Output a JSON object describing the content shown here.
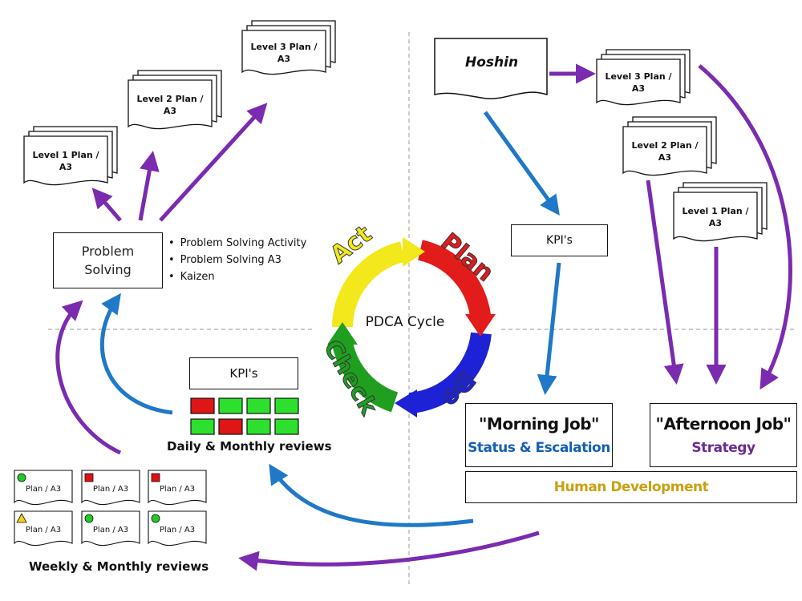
{
  "left": {
    "plans": [
      {
        "line1": "Level 1 Plan /",
        "line2": "A3"
      },
      {
        "line1": "Level 2 Plan /",
        "line2": "A3"
      },
      {
        "line1": "Level 3 Plan /",
        "line2": "A3"
      }
    ],
    "problem_solving": {
      "line1": "Problem",
      "line2": "Solving"
    },
    "bullets": [
      "Problem Solving Activity",
      "Problem Solving A3",
      "Kaizen"
    ],
    "kpi_label": "KPI's",
    "kpi_grid": [
      "red",
      "green",
      "green",
      "green",
      "green",
      "red",
      "green",
      "green"
    ],
    "daily_caption": "Daily & Monthly reviews",
    "weekly_cards": [
      {
        "label": "Plan / A3",
        "marker": "circle",
        "color": "#22cc22"
      },
      {
        "label": "Plan / A3",
        "marker": "square",
        "color": "#dd1111"
      },
      {
        "label": "Plan / A3",
        "marker": "square",
        "color": "#dd1111"
      },
      {
        "label": "Plan / A3",
        "marker": "triangle",
        "color": "#f2d21b"
      },
      {
        "label": "Plan / A3",
        "marker": "circle",
        "color": "#22cc22"
      },
      {
        "label": "Plan / A3",
        "marker": "circle",
        "color": "#22cc22"
      }
    ],
    "weekly_caption": "Weekly & Monthly reviews"
  },
  "center": {
    "title": "PDCA Cycle",
    "act": "Act",
    "plan": "Plan",
    "do": "Do",
    "check": "Check"
  },
  "right": {
    "hoshin": "Hoshin",
    "plans": [
      {
        "line1": "Level 3 Plan /",
        "line2": "A3"
      },
      {
        "line1": "Level 2 Plan /",
        "line2": "A3"
      },
      {
        "line1": "Level 1 Plan /",
        "line2": "A3"
      }
    ],
    "kpi_label": "KPI's",
    "morning_title": "\"Morning Job\"",
    "morning_sub": "Status & Escalation",
    "afternoon_title": "\"Afternoon Job\"",
    "afternoon_sub": "Strategy",
    "human_development": "Human Development"
  },
  "colors": {
    "purple": "#7a2bb0",
    "blue": "#1f78c8",
    "act": "#f2e81b",
    "plan": "#e21b1b",
    "do": "#1e22d6",
    "check": "#1f9e1f",
    "status_escalation": "#1460b8",
    "strategy": "#6a2a98",
    "human_development": "#c9a010"
  }
}
